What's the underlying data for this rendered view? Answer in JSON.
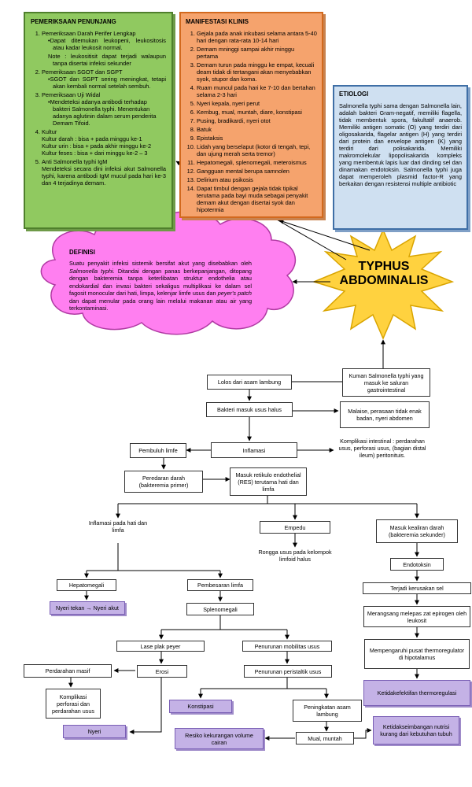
{
  "penunjang": {
    "title": "PEMERIKSAAN PENUNJANG",
    "i1": "Pemeriksaan Darah Perifer Lengkap",
    "i1a": "•Dapat ditemukan leukopeni, leukositosis atau kadar leukosit normal.",
    "i1b": "Note : leukositisit dapat terjadi walaupun tanpa disertai infeksi sekunder",
    "i2": "Pemeriksaan SGOT dan SGPT",
    "i2a": "•SGOT dan SGPT sering meningkat, tetapi akan kembali normal setelah sembuh.",
    "i3": "Pemeriksaan Uji Widal",
    "i3a": "•Mendeteksi adanya antibodi terhadap bakteri Salmonella typhi. Menentukan adanya aglutinin dalam serum penderita Demam Tifoid.",
    "i4": "Kultur",
    "i4a": "Kultur darah : bisa + pada minggu ke-1",
    "i4b": "Kultur urin : bisa + pada akhir minggu ke-2",
    "i4c": "Kultur feses : bisa + dari minggu ke-2 – 3",
    "i5": "Anti Salmonella typhi IgM",
    "i5a": "Mendeteksi secara dini infeksi akut Salmonella typhi, karena antibodi IgM mucul pada hari ke-3 dan 4 terjadinya demam."
  },
  "manifestasi": {
    "title": "MANIFESTASI KLINIS",
    "items": [
      "Gejala pada anak inkubasi selama antara 5-40 hari dengan rata-rata 10-14 hari",
      "Demam mninggi sampai akhir minggu pertama",
      "Demam turun pada minggu ke empat, kecuali deam tidak di tertangani akan menyebabkan syok, stupor dan koma.",
      "Ruam muncul pada hari ke 7-10 dan bertahan selama 2-3 hari",
      "Nyeri kepala, nyeri perut",
      "Kembug, mual, muntah, diare, konstipasi",
      "Pusing, bradikardi, nyeri otot",
      "Batuk",
      "Epistaksis",
      "Lidah yang berselaput (kotor di tengah, tepi, dan ujung merah serta tremor)",
      "Hepatomegali, splenomegali, meteroismus",
      "Gangguan mental berupa samnolen",
      "Delirium atau psikosis",
      "Dapat timbul dengan gejala tidak tipikal terutama pada bayi muda sebagai penyakit demam akut dengan disertai syok dan hipotermia"
    ]
  },
  "etiologi": {
    "title": "ETIOLOGI",
    "text": "Salmonella typhi sama dengan Salmonella lain, adalah bakteri Gram-negatif, memiliki flagella, tidak membentuk spora, fakultatif anaerob. Memiliki antigen somatic (O) yang terdiri dari oligosakarida, flagelar antigen (H) yang terdiri dari protein dan envelope antigen (K) yang terdiri dari polisakarida. Memiliki makromolekular lipopolisakarida kompleks yang membentuk lapis luar dari dinding sel dan dinamakan endotoksin. Salmonella typhi juga dapat memperoleh plasmid factor-R yang berkaitan dengan resistensi multiple antibiotic"
  },
  "definisi": {
    "title": "DEFINISI",
    "text_a": "Suatu penyakit infeksi sistemik bersifat akut yang disebabkan oleh ",
    "text_italic1": "Salmonella typhi.",
    "text_b": " Ditandai dengan panas berkepanjangan, ditopang dengan bakteremia tanpa keterlibatan struktur endothelia atau endokardial dan invasi bakteri sekaligus multiplikasi ke dalam sel fagosit monocular dari hati, limpa, kelenjar limfe usus dan ",
    "text_italic2": "peyer's patch",
    "text_c": " dan dapat menular pada orang lain melalui makanan atau air yang terkontaminasi."
  },
  "star": {
    "line1": "TYPHUS",
    "line2": "ABDOMINALIS"
  },
  "flow": {
    "kuman": "Kuman Salmonella typhi yang masuk ke saluran gastrointestinal",
    "lolos": "Lolos dari asam lambung",
    "bakteri": "Bakteri masuk usus halus",
    "malaise": "Malaise, perasaan tidak enak badan, nyeri abdomen",
    "inflamasi": "Inflamasi",
    "pembuluh": "Pembuluh limfe",
    "komplikasi_int": "Komplikasi intestinal : perdarahan usus, perforasi usus, (bagian distal ileum) peritonituis.",
    "peredaran": "Peredaran darah (bakteremia primer)",
    "res": "Masuk retikulo endothelial (RES) terutama hati dan limfa",
    "inflamasi_hati": "Inflamasi pada hati dan limfa",
    "empedu": "Empedu",
    "masuk_darah": "Masuk kealiran darah (bakteremia sekunder)",
    "rongga": "Rongga usus pada kelompok limfoid halus",
    "endotoksin": "Endotoksin",
    "hepatomegali": "Hepatomegali",
    "pembesaran": "Pembesaran limfa",
    "kerusakan": "Terjadi kerusakan sel",
    "nyeri_tekan": "Nyeri tekan → Nyeri akut",
    "splenomegali": "Splenomegali",
    "merangsang": "Merangsang melepas zat epirogen oleh leukosit",
    "lase": "Lase plak peyer",
    "penurunan_mob": "Penurunan mobilitas usus",
    "mempengaruhi": "Mempengaruhi pusat thermoregulator di hipotalamus",
    "perdarahan": "Perdarahan masif",
    "erosi": "Erosi",
    "penurunan_per": "Penurunan peristaltik usus",
    "komplikasi_perf": "Komplikasi perforasi dan perdarahan usus",
    "ketidakefektifan": "Ketidakefektifan thermoregulasi",
    "konstipasi": "Konstipasi",
    "peningkatan": "Peningkatan asam lambung",
    "nyeri": "Nyeri",
    "ketidakseimbangan": "Ketidakseimbangan nutrisi kurang dari kebutuhan tubuh",
    "resiko": "Resiko kekurangan volume cairan",
    "mual": "Mual, muntah"
  },
  "colors": {
    "green": "#90c960",
    "orange": "#f5a36d",
    "blue": "#cfe0f1",
    "pink": "#ff7ff0",
    "star": "#ffd23f",
    "purple": "#c4b2e6"
  }
}
